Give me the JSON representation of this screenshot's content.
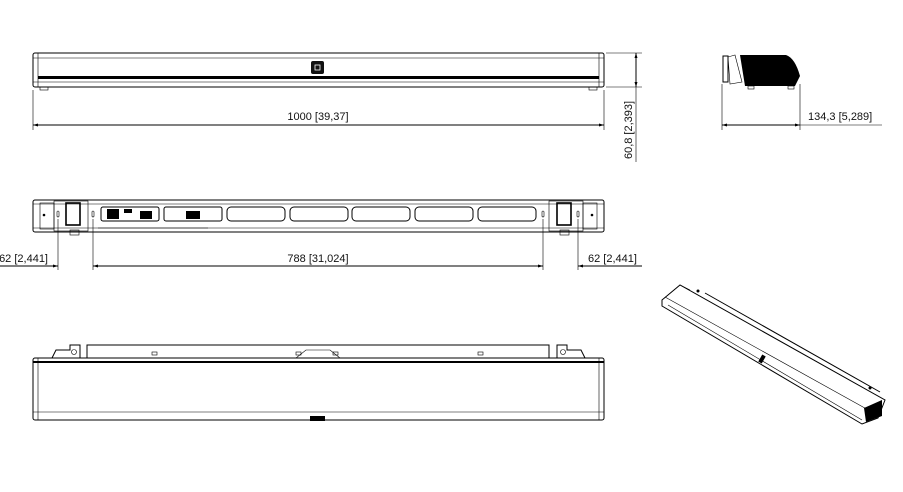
{
  "drawing": {
    "front_view": {
      "width_label": "1000 [39,37]",
      "height_label": "60,8 [2,393]"
    },
    "side_view": {
      "depth_label": "134,3 [5,289]"
    },
    "rear_view": {
      "left_offset_label": "62 [2,441]",
      "mount_spacing_label": "788 [31,024]",
      "right_offset_label": "62 [2,441]"
    }
  },
  "colors": {
    "line": "#000000",
    "background": "#ffffff"
  }
}
